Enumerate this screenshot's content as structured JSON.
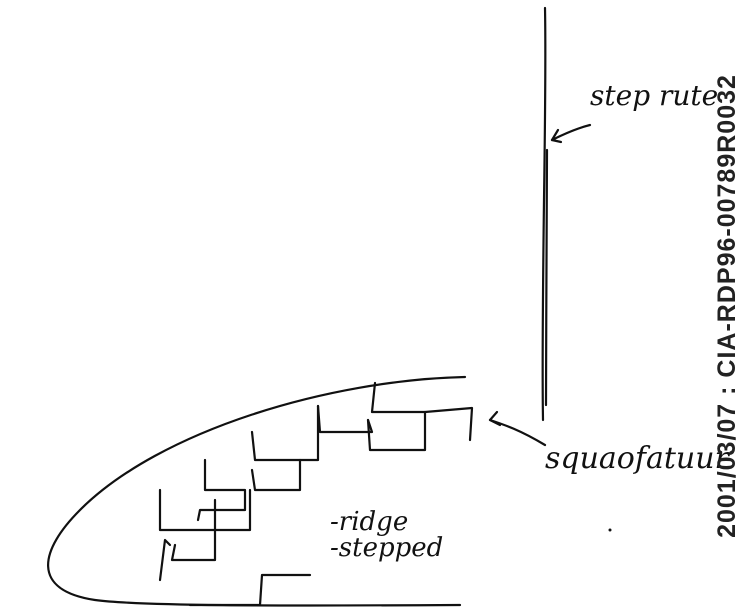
{
  "annotations": {
    "step_label": "step rute",
    "squares_label": "squaofatuur",
    "ridge_label": "-ridge",
    "stepped_label": "-stepped"
  },
  "side_stamp": {
    "text": "2001/03/07 : CIA-RDP96-00789R0032"
  },
  "ink_color": "#111111"
}
